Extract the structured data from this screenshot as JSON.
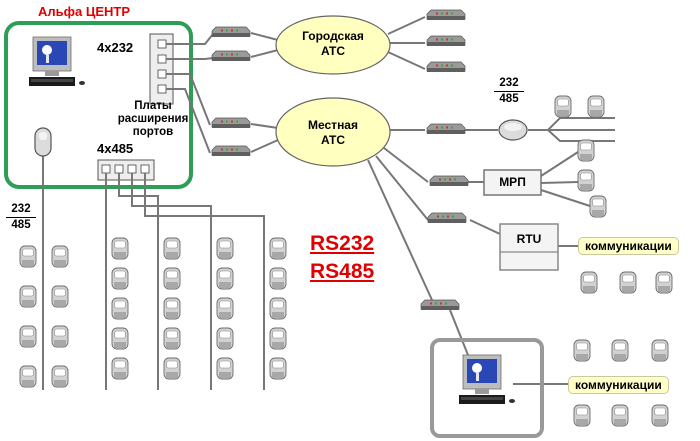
{
  "title": "Альфа ЦЕНТР",
  "ports_232": "4x232",
  "ports_485": "4x485",
  "boards_label": "Платы расширения портов",
  "boards_lines": [
    "Платы",
    "расширения",
    "портов"
  ],
  "city_exchange": [
    "Городская",
    "АТС"
  ],
  "local_exchange": [
    "Местная",
    "АТС"
  ],
  "mrp": "МРП",
  "rtu": "RTU",
  "communications": "коммуникации",
  "converter_left": {
    "top": "232",
    "bottom": "485"
  },
  "converter_right": {
    "top": "232",
    "bottom": "485"
  },
  "protocols": [
    "RS232",
    "RS485"
  ],
  "colors": {
    "title": "#e00000",
    "frame_green": "#2e9e57",
    "frame_gray": "#999999",
    "ellipse_fill": "#ffffbf",
    "comm_fill": "#ffffc8",
    "protocol_text": "#e00000"
  },
  "icons": [
    "computer-icon",
    "modem-icon",
    "electricity-meter-icon",
    "converter-icon",
    "port-board-icon"
  ]
}
